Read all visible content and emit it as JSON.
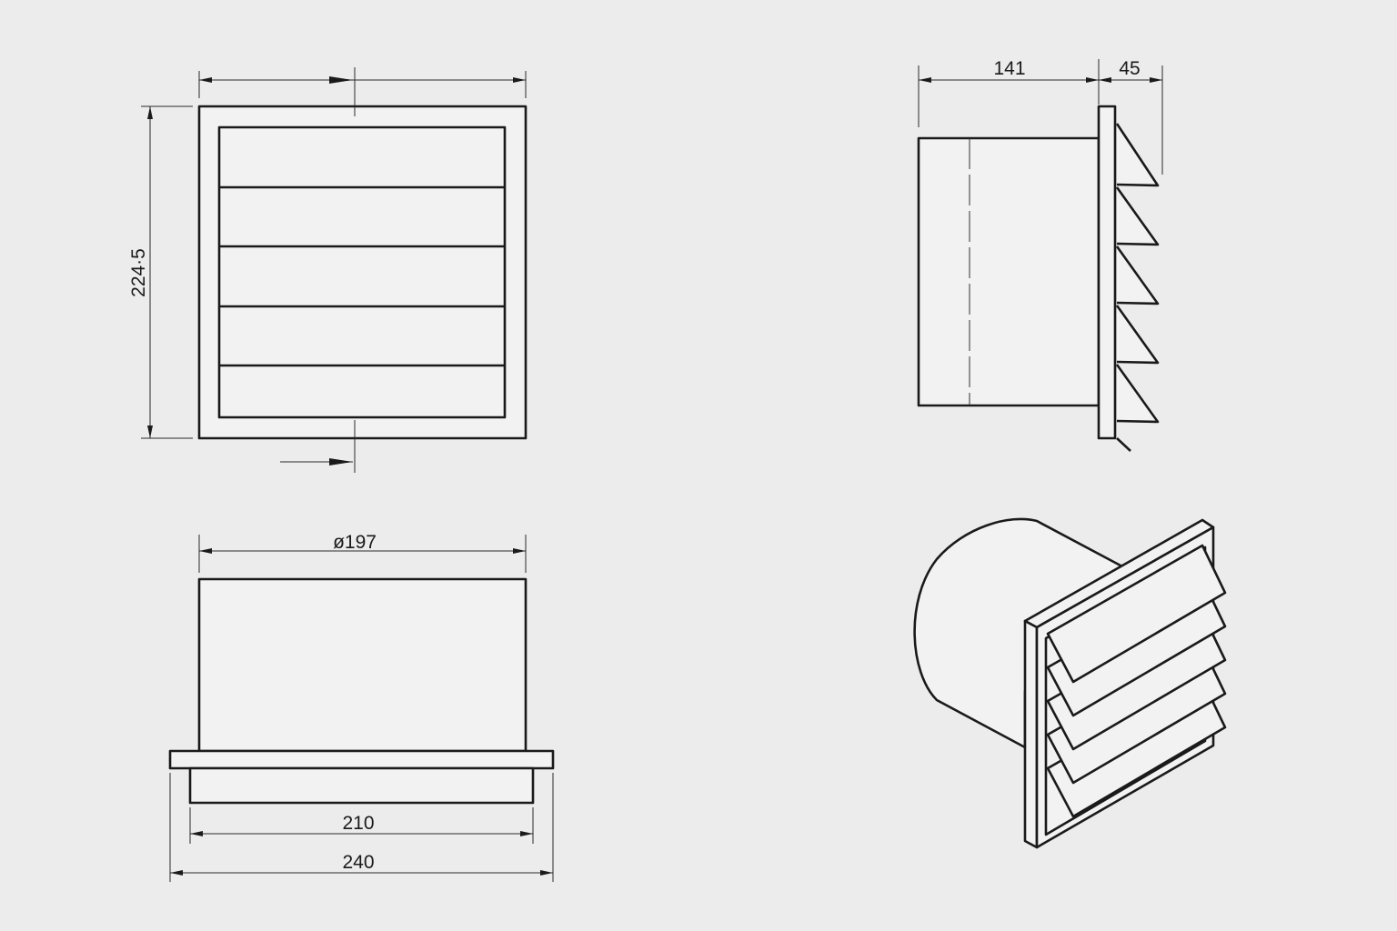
{
  "front_view": {
    "height_label": "224·5"
  },
  "side_view": {
    "depth_label": "141",
    "louver_label": "45"
  },
  "bottom_view": {
    "diameter_label": "ø197",
    "inner_width_label": "210",
    "outer_width_label": "240"
  },
  "colors": {
    "background": "#ececec",
    "line": "#1a1a1a"
  }
}
